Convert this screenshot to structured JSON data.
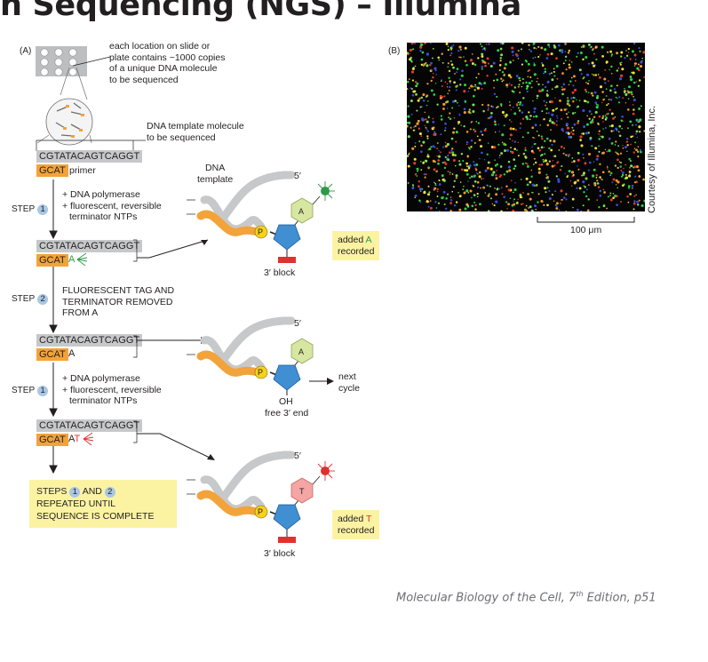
{
  "title": "n Sequencing (NGS) – Illumina",
  "panel_a_label": "(A)",
  "panel_b_label": "(B)",
  "slide_caption": [
    "each location on slide or",
    "plate contains ~1000 copies",
    "of a unique DNA molecule",
    "to be sequenced"
  ],
  "template_caption": [
    "DNA template molecule",
    "to be sequenced"
  ],
  "template_seq": "CGTATACAGTCAGGT",
  "primer_seq": "GCAT",
  "primer_label": "primer",
  "step_word": "STEP",
  "step1_num": "1",
  "step2_num": "2",
  "step1_text": [
    "+ DNA polymerase",
    "+ fluorescent, reversible",
    "terminator NTPs"
  ],
  "step2_text": [
    "FLUORESCENT TAG AND",
    "TERMINATOR REMOVED",
    "FROM A"
  ],
  "added_base_a": "A",
  "added_base_t": "T",
  "final_box": {
    "line1_pre": "STEPS",
    "num1": "1",
    "and": "AND",
    "num2": "2",
    "line2": "REPEATED UNTIL",
    "line3": "SEQUENCE IS COMPLETE"
  },
  "dna_template_label": [
    "DNA",
    "template"
  ],
  "five_prime": "5′",
  "phosphate": "P",
  "block_label": "3′ block",
  "oh_label": "OH",
  "free_end_label": "free 3′ end",
  "next_cycle": [
    "next",
    "cycle"
  ],
  "added_a": {
    "pre": "added",
    "base": "A",
    "post": "recorded"
  },
  "added_t": {
    "pre": "added",
    "base": "T",
    "post": "recorded"
  },
  "scale_bar": "100 μm",
  "credit": "Courtesy of Illumina, Inc.",
  "citation": {
    "book": "Molecular Biology of the Cell, 7",
    "sup": "th",
    "rest": " Edition, p51"
  },
  "colors": {
    "primer": "#f2a33a",
    "template": "#c7c8ca",
    "base_a": "#d7e6a0",
    "base_t": "#f4a5a4",
    "sugar": "#3f8fd2",
    "block": "#e0312f",
    "yellow": "#fbf3a2",
    "step_circle": "#a8c7e5"
  }
}
